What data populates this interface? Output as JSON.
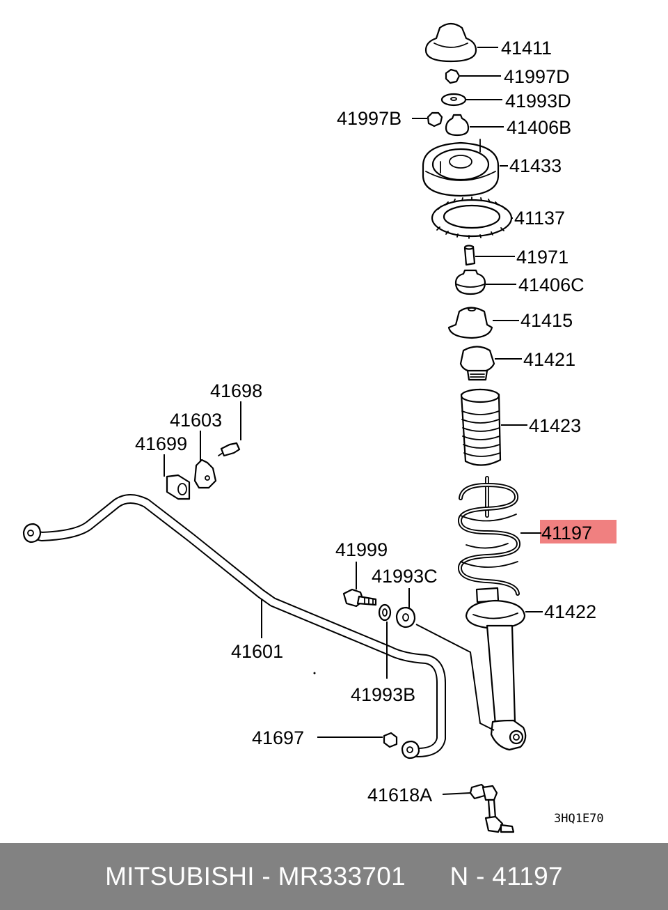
{
  "labels": {
    "p41411": "41411",
    "p41997D": "41997D",
    "p41993D": "41993D",
    "p41997B": "41997B",
    "p41406B": "41406B",
    "p41433": "41433",
    "p41137": "41137",
    "p41971": "41971",
    "p41406C": "41406C",
    "p41415": "41415",
    "p41421": "41421",
    "p41423": "41423",
    "p41197": "41197",
    "p41422": "41422",
    "p41698": "41698",
    "p41603": "41603",
    "p41699": "41699",
    "p41601": "41601",
    "p41999": "41999",
    "p41993C": "41993C",
    "p41993B": "41993B",
    "p41697": "41697",
    "p41618A": "41618A"
  },
  "diagram_code": "3HQ1E70",
  "highlight": {
    "part": "41197",
    "color": "#f08080"
  },
  "footer": {
    "text": "MITSUBISHI - MR333701      N - 41197",
    "background": "#828282"
  }
}
